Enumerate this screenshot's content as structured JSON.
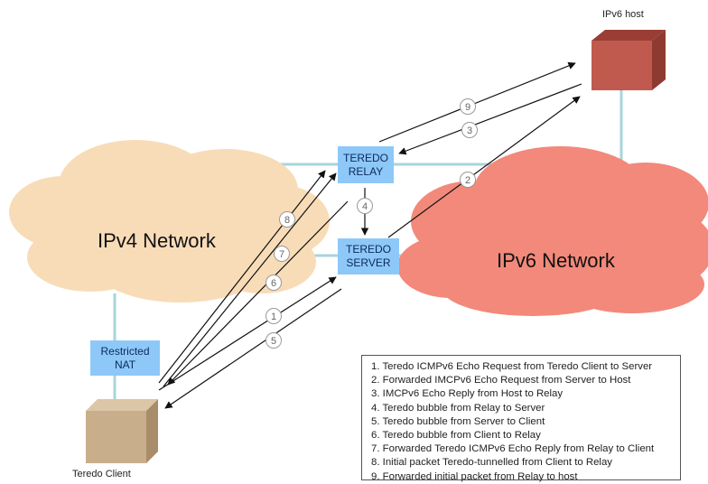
{
  "labels": {
    "ipv6_host": "IPv6 host",
    "teredo_client": "Teredo Client",
    "ipv4_network": "IPv4 Network",
    "ipv6_network": "IPv6 Network",
    "teredo_relay": [
      "TEREDO",
      "RELAY"
    ],
    "teredo_server": [
      "TEREDO",
      "SERVER"
    ],
    "restricted_nat": [
      "Restricted",
      "NAT"
    ]
  },
  "steps": [
    "1",
    "2",
    "3",
    "4",
    "5",
    "6",
    "7",
    "8",
    "9"
  ],
  "legend": [
    "1. Teredo ICMPv6 Echo Request from Teredo Client to Server",
    "2. Forwarded IMCPv6 Echo Request from Server to Host",
    "3. IMCPv6 Echo Reply from Host to Relay",
    "4. Teredo bubble from Relay to Server",
    "5. Teredo bubble from Server to Client",
    "6. Teredo bubble from Client to Relay",
    "7. Forwarded Teredo ICMPv6 Echo Reply from Relay to Client",
    "8. Initial packet Teredo-tunnelled from Client to Relay",
    "9. Forwarded initial packet from Relay to host"
  ],
  "colors": {
    "ipv4_cloud": "#f8dcb8",
    "ipv6_cloud": "#f2897a",
    "box": "#8ec8f8",
    "host": "#c05a4e",
    "client": "#c9ae8c",
    "link": "#a8d4dc"
  }
}
